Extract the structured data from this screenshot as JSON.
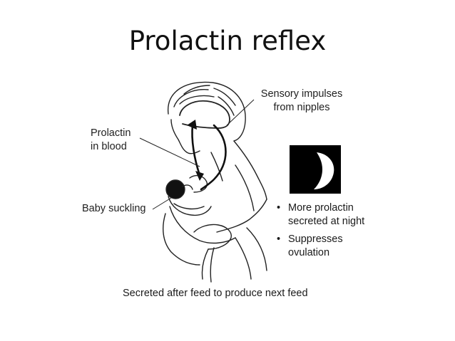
{
  "title": "Prolactin reflex",
  "labels": {
    "sensory": [
      "Sensory impulses",
      "from nipples"
    ],
    "prolactin_blood": [
      "Prolactin",
      "in blood"
    ],
    "baby": "Baby suckling"
  },
  "bullets": [
    [
      "More prolactin",
      "secreted at night"
    ],
    [
      "Suppresses",
      "ovulation"
    ]
  ],
  "footer": "Secreted after feed to produce next feed",
  "icons": {
    "night": "crescent-moon-icon"
  }
}
